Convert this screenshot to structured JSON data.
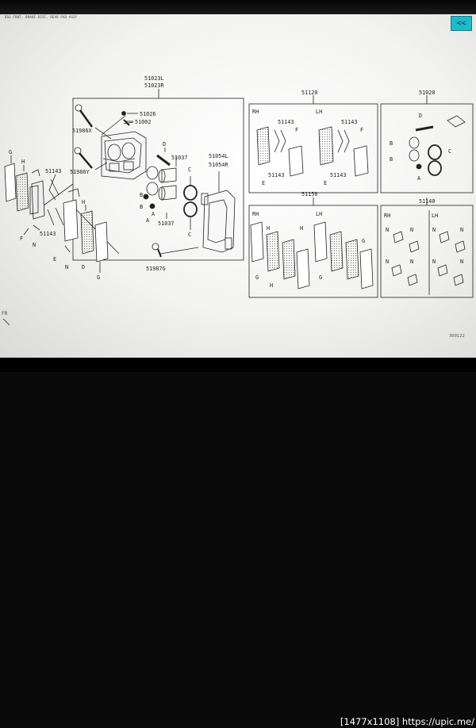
{
  "header": {
    "doc_title": "BSG FRNT, BRAKE DISC, REAR PAD ASSY"
  },
  "controls": {
    "collapse_label": "<<"
  },
  "callouts": {
    "caliper_assy_l": "51023L",
    "caliper_assy_r": "51023R",
    "bleeder_cap": "51026",
    "bleeder_screw": "51002",
    "guide_bolt_x": "51986X",
    "guide_bolt_y": "51986Y",
    "pin_boot_kit": "51037",
    "piston_seal_kit": "51037",
    "bracket_l": "51054L",
    "bracket_r": "51054R",
    "bracket_bolt": "51987G",
    "clip_set_upper": "51143",
    "clip_set_lower": "51143",
    "letter_g_top": "G",
    "letter_h_top": "H",
    "letter_f_left": "F",
    "letter_e_left": "E",
    "letter_n_a": "N",
    "letter_n_b": "N",
    "letter_d_lower": "D",
    "letter_g_bottom": "G",
    "letter_h_lower": "H",
    "letter_a_center": "A",
    "letter_b_center": "B",
    "letter_c_right1": "C",
    "letter_c_right2": "C",
    "letter_d_caliper": "D",
    "letter_b_caliper": "B",
    "letter_a_caliper": "A"
  },
  "boxes": {
    "pad_set": {
      "number": "51120",
      "rh": "RH",
      "lh": "LH",
      "rh_clip": "51143",
      "rh_clip2": "51143",
      "lh_clip": "51143",
      "lh_clip2": "51143",
      "rh_f": "F",
      "rh_e": "E",
      "lh_f": "F",
      "lh_e": "E"
    },
    "seal_kit": {
      "number": "51020",
      "b1": "B",
      "b2": "B",
      "c": "C",
      "d": "D",
      "a": "A"
    },
    "shim_set": {
      "number": "51150",
      "rh": "RH",
      "lh": "LH",
      "g1": "G",
      "h1": "H",
      "h2": "H",
      "h3": "H",
      "g2": "G",
      "g3": "G"
    },
    "clip_kit": {
      "number": "51140",
      "rh": "RH",
      "lh": "LH",
      "n1": "N",
      "n2": "N",
      "n3": "N",
      "n4": "N",
      "n5": "N",
      "n6": "N",
      "n7": "N",
      "n8": "N"
    }
  },
  "figure_code": "300122",
  "front_marker": "FR",
  "watermark": "[1477x1108] https://upic.me/"
}
